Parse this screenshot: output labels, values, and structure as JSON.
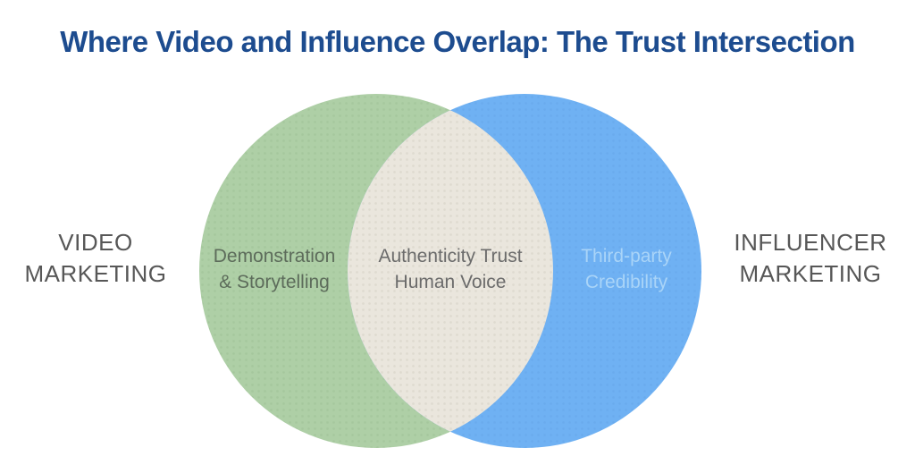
{
  "title": "Where Video and Influence Overlap: The Trust Intersection",
  "labels": {
    "video": {
      "line1": "VIDEO",
      "line2": "MARKETING"
    },
    "influencer": {
      "line1": "INFLUENCER",
      "line2": "MARKETING"
    }
  },
  "venn": {
    "video_region": {
      "line1": "Demonstration",
      "line2": "& Storytelling"
    },
    "overlap_region": {
      "line1": "Authenticity Trust",
      "line2": "Human Voice"
    },
    "influencer_region": {
      "line1": "Third-party",
      "line2": "Credibility"
    }
  },
  "colors": {
    "background": "#ffffff",
    "title_text": "#1d4c8f",
    "video_circle": "#aecfa6",
    "influencer_circle": "#6fb1f3",
    "overlap_fill": "#eae6dd",
    "video_region_text": "#5d6c5b",
    "overlap_region_text": "#6b6b6b",
    "influencer_region_text": "#a9d4f8",
    "side_label_text": "#575757"
  }
}
